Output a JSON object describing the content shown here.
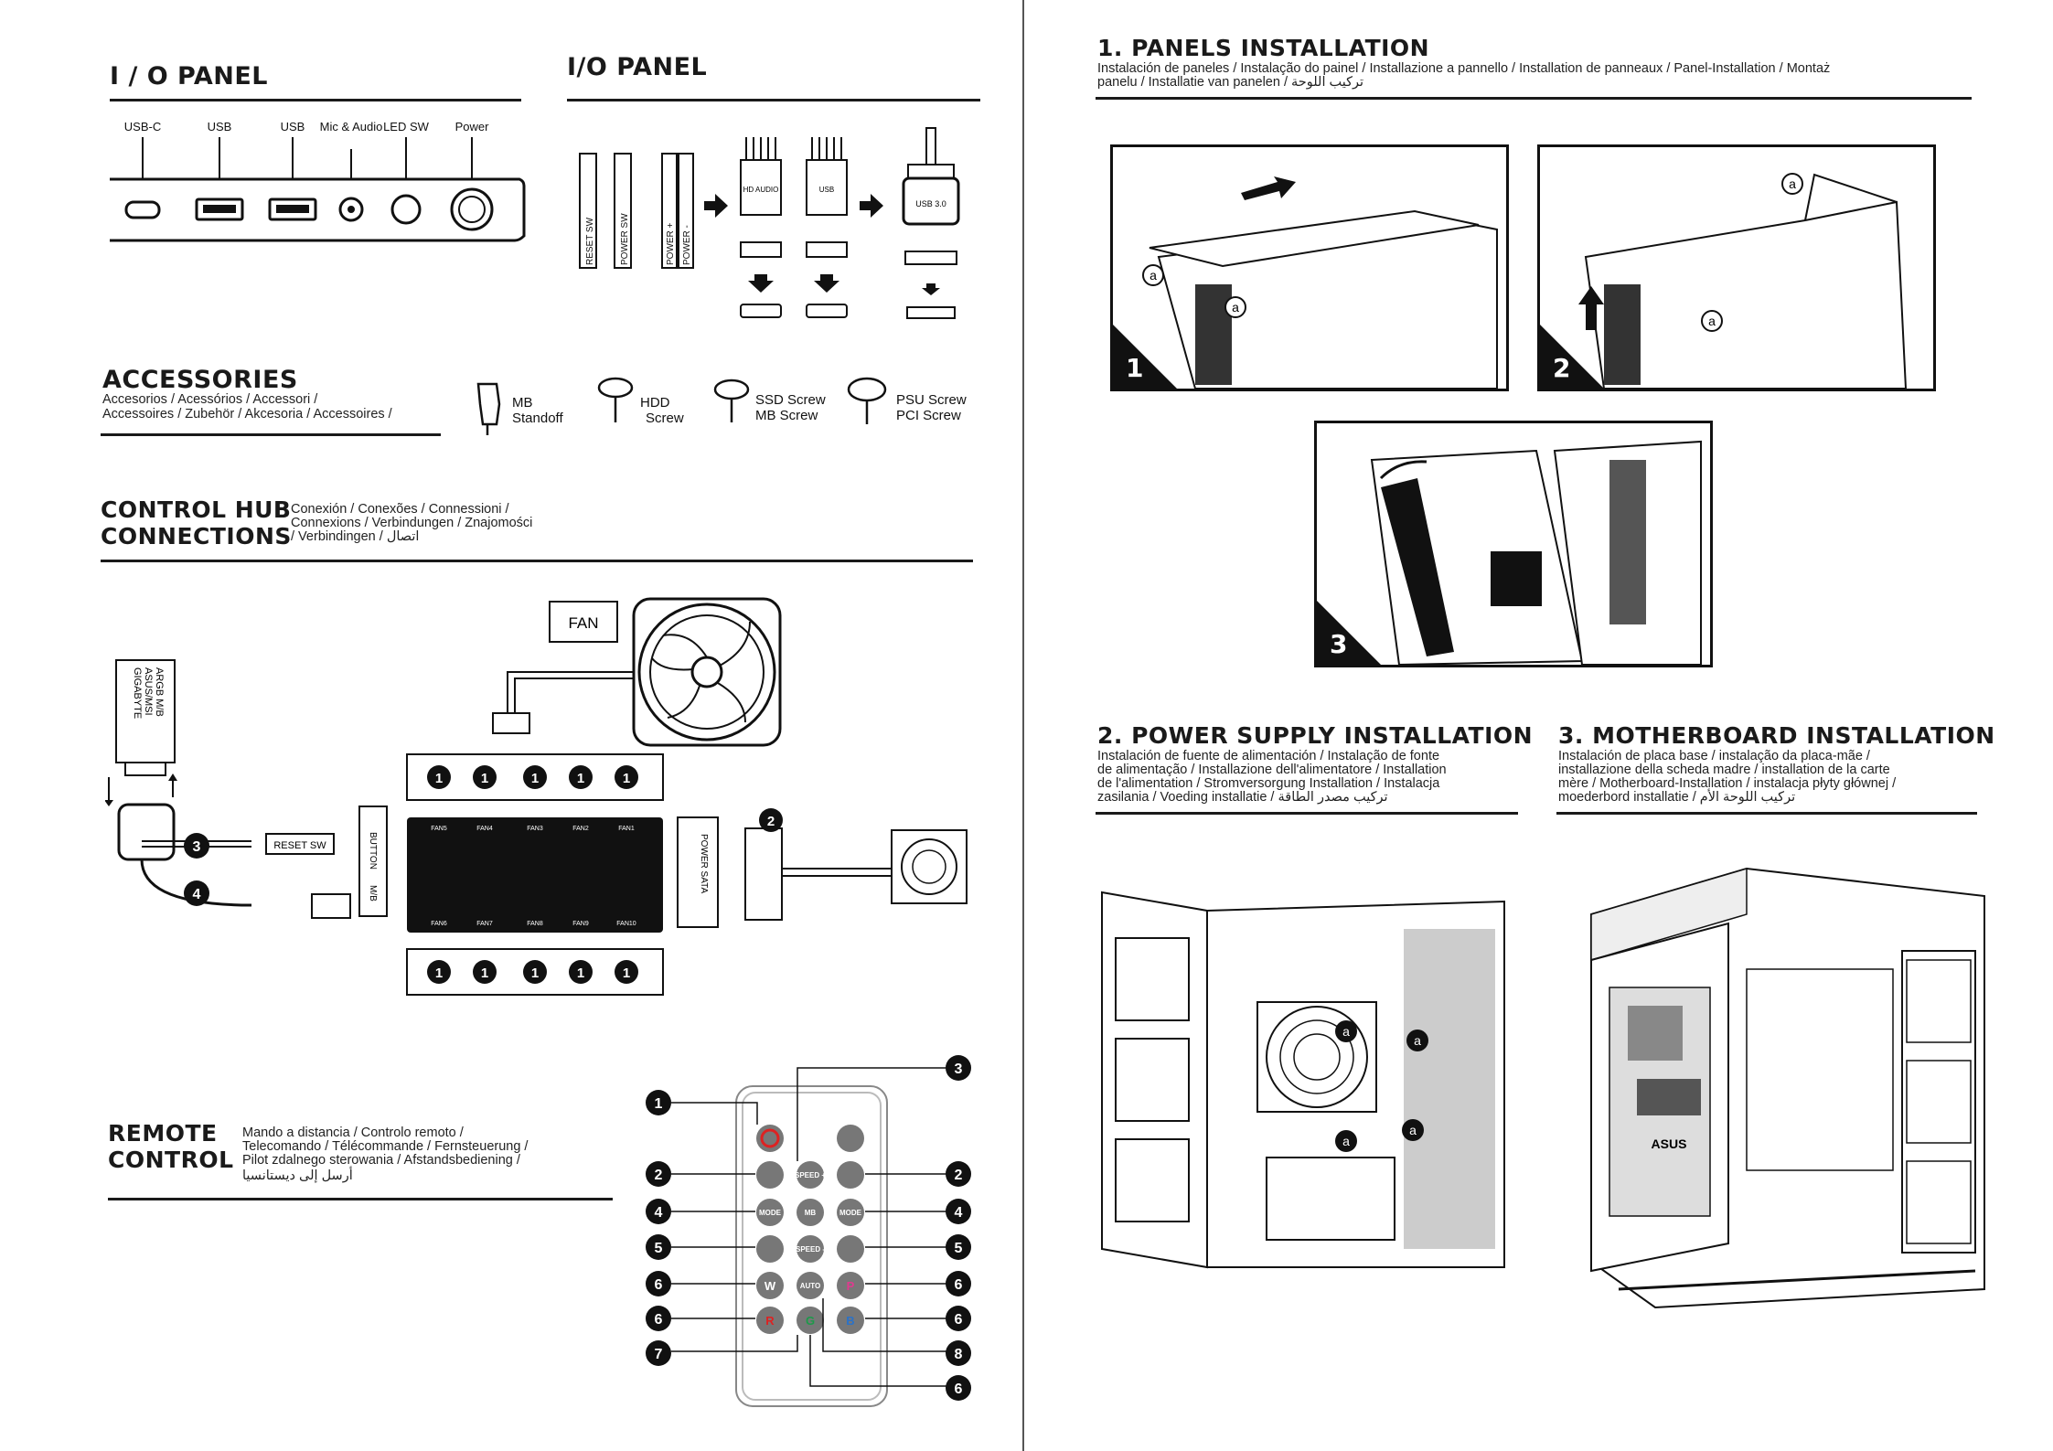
{
  "io_panel": {
    "title": "I / O PANEL",
    "ports": [
      "USB-C",
      "USB",
      "USB",
      "Mic & Audio",
      "LED SW",
      "Power"
    ]
  },
  "io_connectors": {
    "title": "I/O PANEL",
    "headers": [
      "RESET SW",
      "POWER SW",
      "POWER +",
      "POWER -"
    ],
    "blocks": [
      "HD AUDIO",
      "USB",
      "USB 3.0"
    ]
  },
  "accessories": {
    "title": "ACCESSORIES",
    "subtitle_line1": "Accesorios / Acessórios / Accessori /",
    "subtitle_line2": "Accessoires / Zubehör / Akcesoria / Accessoires /",
    "items": [
      {
        "label1": "MB",
        "label2": "Standoff"
      },
      {
        "label1": "HDD",
        "label2": "Screw"
      },
      {
        "label1": "SSD Screw",
        "label2": "MB Screw"
      },
      {
        "label1": "PSU Screw",
        "label2": "PCI Screw"
      }
    ]
  },
  "control_hub": {
    "title_line1": "CONTROL HUB",
    "title_line2": "CONNECTIONS",
    "subtitle_line1": "Conexión / Conexões / Connessioni /",
    "subtitle_line2": "Connexions / Verbindungen / Znajomości",
    "subtitle_line3": "/ Verbindingen / اتصال",
    "fan_label": "FAN",
    "argb_line1": "ARGB M/B",
    "argb_line2": "ASUS/MSI",
    "argb_line3": "GIGABYTE",
    "reset_label": "RESET SW",
    "button_label": "BUTTON",
    "mb_label": "M/B",
    "power_sata": "POWER SATA",
    "fans_top": [
      "FAN5",
      "FAN4",
      "FAN3",
      "FAN2",
      "FAN1"
    ],
    "fans_bottom": [
      "FAN6",
      "FAN7",
      "FAN8",
      "FAN9",
      "FAN10"
    ],
    "callouts": [
      "1",
      "2",
      "3",
      "4"
    ]
  },
  "remote": {
    "title_line1": "REMOTE",
    "title_line2": "CONTROL",
    "subtitle_line1": "Mando a distancia / Controlo remoto /",
    "subtitle_line2": "Telecomando / Télécommande / Fernsteuerung /",
    "subtitle_line3": "Pilot zdalnego sterowania / Afstandsbediening /",
    "subtitle_line4": "أرسل إلى ديستانسيا",
    "buttons": [
      "SPEED +",
      "MB",
      "MODE",
      "SPEED -",
      "W",
      "AUTO",
      "P",
      "R",
      "G",
      "B"
    ],
    "callouts_left": [
      "1",
      "2",
      "4",
      "5",
      "6",
      "6",
      "7"
    ],
    "callouts_right": [
      "3",
      "2",
      "4",
      "5",
      "6",
      "6",
      "8",
      "6"
    ]
  },
  "panels": {
    "title": "1. PANELS INSTALLATION",
    "subtitle_line1": "Instalación de paneles / Instalação do painel / Installazione a pannello / Installation de panneaux / Panel-Installation / Montaż",
    "subtitle_line2": "panelu / Installatie van panelen /  تركيب اللوحة",
    "steps": [
      "1",
      "2",
      "3"
    ],
    "marker": "a"
  },
  "psu": {
    "title": "2. POWER SUPPLY INSTALLATION",
    "subtitle_line1": "Instalación de fuente de alimentación / Instalação de fonte",
    "subtitle_line2": "de alimentação / Installazione dell'alimentatore / Installation",
    "subtitle_line3": "de l'alimentation / Stromversorgung Installation / Instalacja",
    "subtitle_line4": "zasilania / Voeding installatie / تركيب مصدر الطاقة"
  },
  "motherboard": {
    "title": "3. MOTHERBOARD INSTALLATION",
    "subtitle_line1": "Instalación de placa base / instalação da placa-mãe /",
    "subtitle_line2": "installazione della scheda madre / installation de la carte",
    "subtitle_line3": "mère / Motherboard-Installation / instalacja płyty głównej /",
    "subtitle_line4": "moederbord installatie / تركيب اللوحة الأم",
    "brand": "ASUS"
  }
}
